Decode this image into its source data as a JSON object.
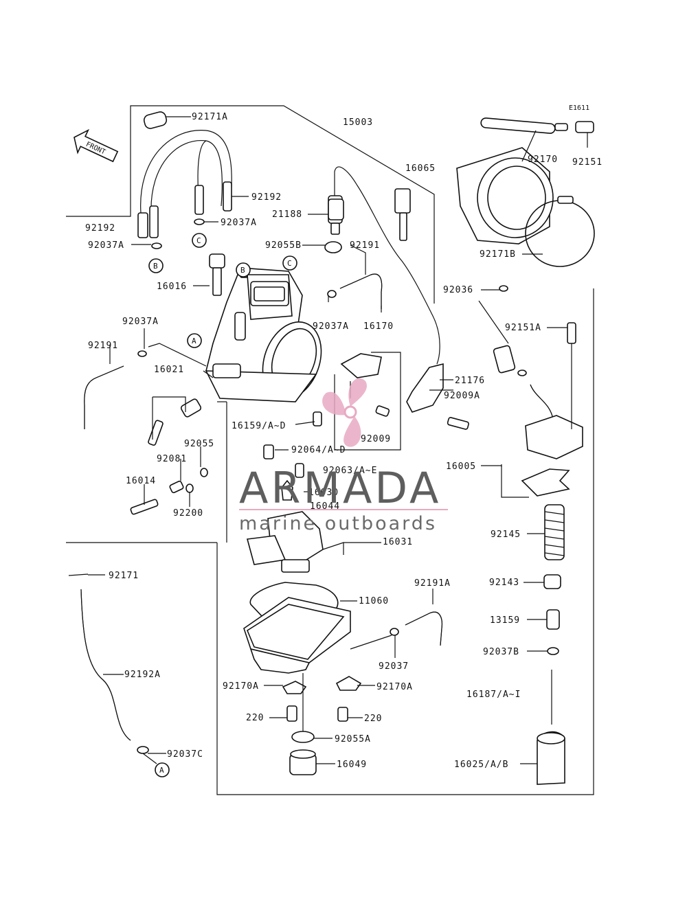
{
  "diagram": {
    "code": "E1611",
    "front": "FRONT",
    "labels": {
      "p92171A": "92171A",
      "p15003": "15003",
      "p16065": "16065",
      "p92170": "92170",
      "p92151": "92151",
      "p92192a": "92192",
      "p92192b": "92192",
      "p92037A_1": "92037A",
      "p92037A_2": "92037A",
      "p92037A_3": "92037A",
      "p92037A_4": "92037A",
      "p21188": "21188",
      "p92055B": "92055B",
      "p92191_1": "92191",
      "p92191_2": "92191",
      "p92171B": "92171B",
      "p16016": "16016",
      "p92036": "92036",
      "p16170": "16170",
      "p92151A": "92151A",
      "p16021": "16021",
      "p21176": "21176",
      "p92009A": "92009A",
      "p16159": "16159/A~D",
      "p92009": "92009",
      "p92055": "92055",
      "p92064": "92064/A~D",
      "p92081": "92081",
      "p92063": "92063/A~E",
      "p16005": "16005",
      "p16014": "16014",
      "p16030": "16030",
      "p16044": "16044",
      "p92200": "92200",
      "p92145": "92145",
      "p16031": "16031",
      "p92171": "92171",
      "p92143": "92143",
      "p92191A": "92191A",
      "p11060": "11060",
      "p13159": "13159",
      "p92192A": "92192A",
      "p92037": "92037",
      "p92037B": "92037B",
      "p92170A_1": "92170A",
      "p92170A_2": "92170A",
      "p16187": "16187/A~I",
      "p220_1": "220",
      "p220_2": "220",
      "p92055A": "92055A",
      "p92037C": "92037C",
      "p16049": "16049",
      "p16025": "16025/A/B"
    },
    "refs": {
      "A1": "A",
      "A2": "A",
      "B1": "B",
      "B2": "B",
      "C1": "C",
      "C2": "C"
    }
  },
  "watermark": {
    "name": "ARMADA",
    "tagline": "marine outboards",
    "color": "#e8a9c3"
  }
}
